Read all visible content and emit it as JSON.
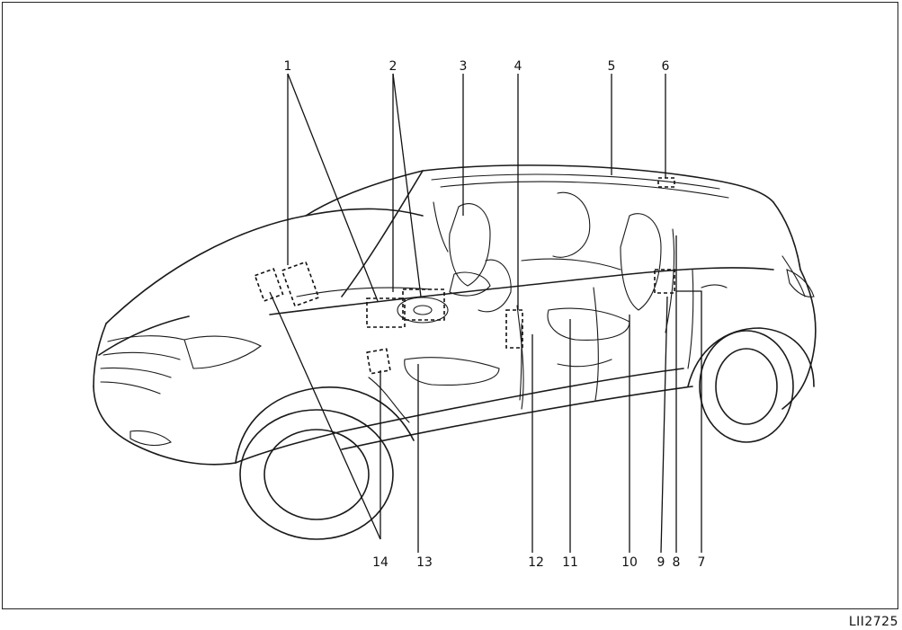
{
  "figure": {
    "code": "LII2725",
    "callouts": [
      "1",
      "2",
      "3",
      "4",
      "5",
      "6",
      "7",
      "8",
      "9",
      "10",
      "11",
      "12",
      "13",
      "14"
    ]
  }
}
